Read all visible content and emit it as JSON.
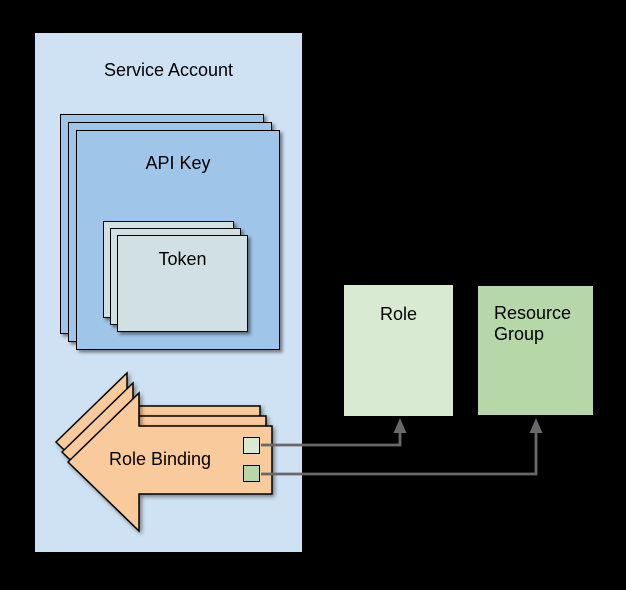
{
  "diagram": {
    "background_color": "#000000",
    "service_account": {
      "label": "Service Account",
      "fill": "#cfe2f3"
    },
    "api_key": {
      "label": "API Key",
      "fill": "#9fc5e8",
      "stack_count": 3
    },
    "token": {
      "label": "Token",
      "fill": "#d0e0e3",
      "stack_count": 3
    },
    "role_binding": {
      "label": "Role Binding",
      "fill": "#f9cb9c",
      "stack_count": 3,
      "refs": [
        {
          "name": "role-ref",
          "fill": "#d9ead3",
          "points_to": "Role"
        },
        {
          "name": "resource-group-ref",
          "fill": "#b6d7a8",
          "points_to": "Resource Group"
        }
      ]
    },
    "role": {
      "label": "Role",
      "fill": "#d9ead3"
    },
    "resource_group": {
      "label": "Resource Group",
      "fill": "#b6d7a8"
    },
    "connector_color": "#686868",
    "connections": [
      {
        "from": "Role Binding",
        "to": "Role"
      },
      {
        "from": "Role Binding",
        "to": "Resource Group"
      }
    ]
  }
}
